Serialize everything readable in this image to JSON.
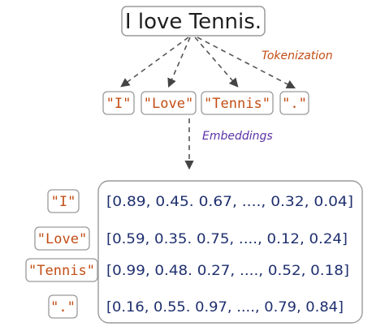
{
  "sentence": "I love Tennis.",
  "steps": {
    "tokenization": "Tokenization",
    "embeddings": "Embeddings"
  },
  "tokens": [
    "\"I\"",
    "\"Love\"",
    "\"Tennis\"",
    "\".\""
  ],
  "embeddings": [
    {
      "token": "\"I\"",
      "vector": "[0.89, 0.45. 0.67, ...., 0.32, 0.04]"
    },
    {
      "token": "\"Love\"",
      "vector": "[0.59, 0.35. 0.75, ...., 0.12, 0.24]"
    },
    {
      "token": "\"Tennis\"",
      "vector": "[0.99, 0.48. 0.27, ...., 0.52, 0.18]"
    },
    {
      "token": "\".\"",
      "vector": "[0.16, 0.55. 0.97, ...., 0.79, 0.84]"
    }
  ],
  "colors": {
    "token_text": "#c24d15",
    "tokenization_label": "#c24d15",
    "embeddings_label": "#5b32a6",
    "vector_text": "#1e2f6e",
    "box_border": "#9a9a9a",
    "box_fill": "#ffffff",
    "arrow": "#555555"
  }
}
